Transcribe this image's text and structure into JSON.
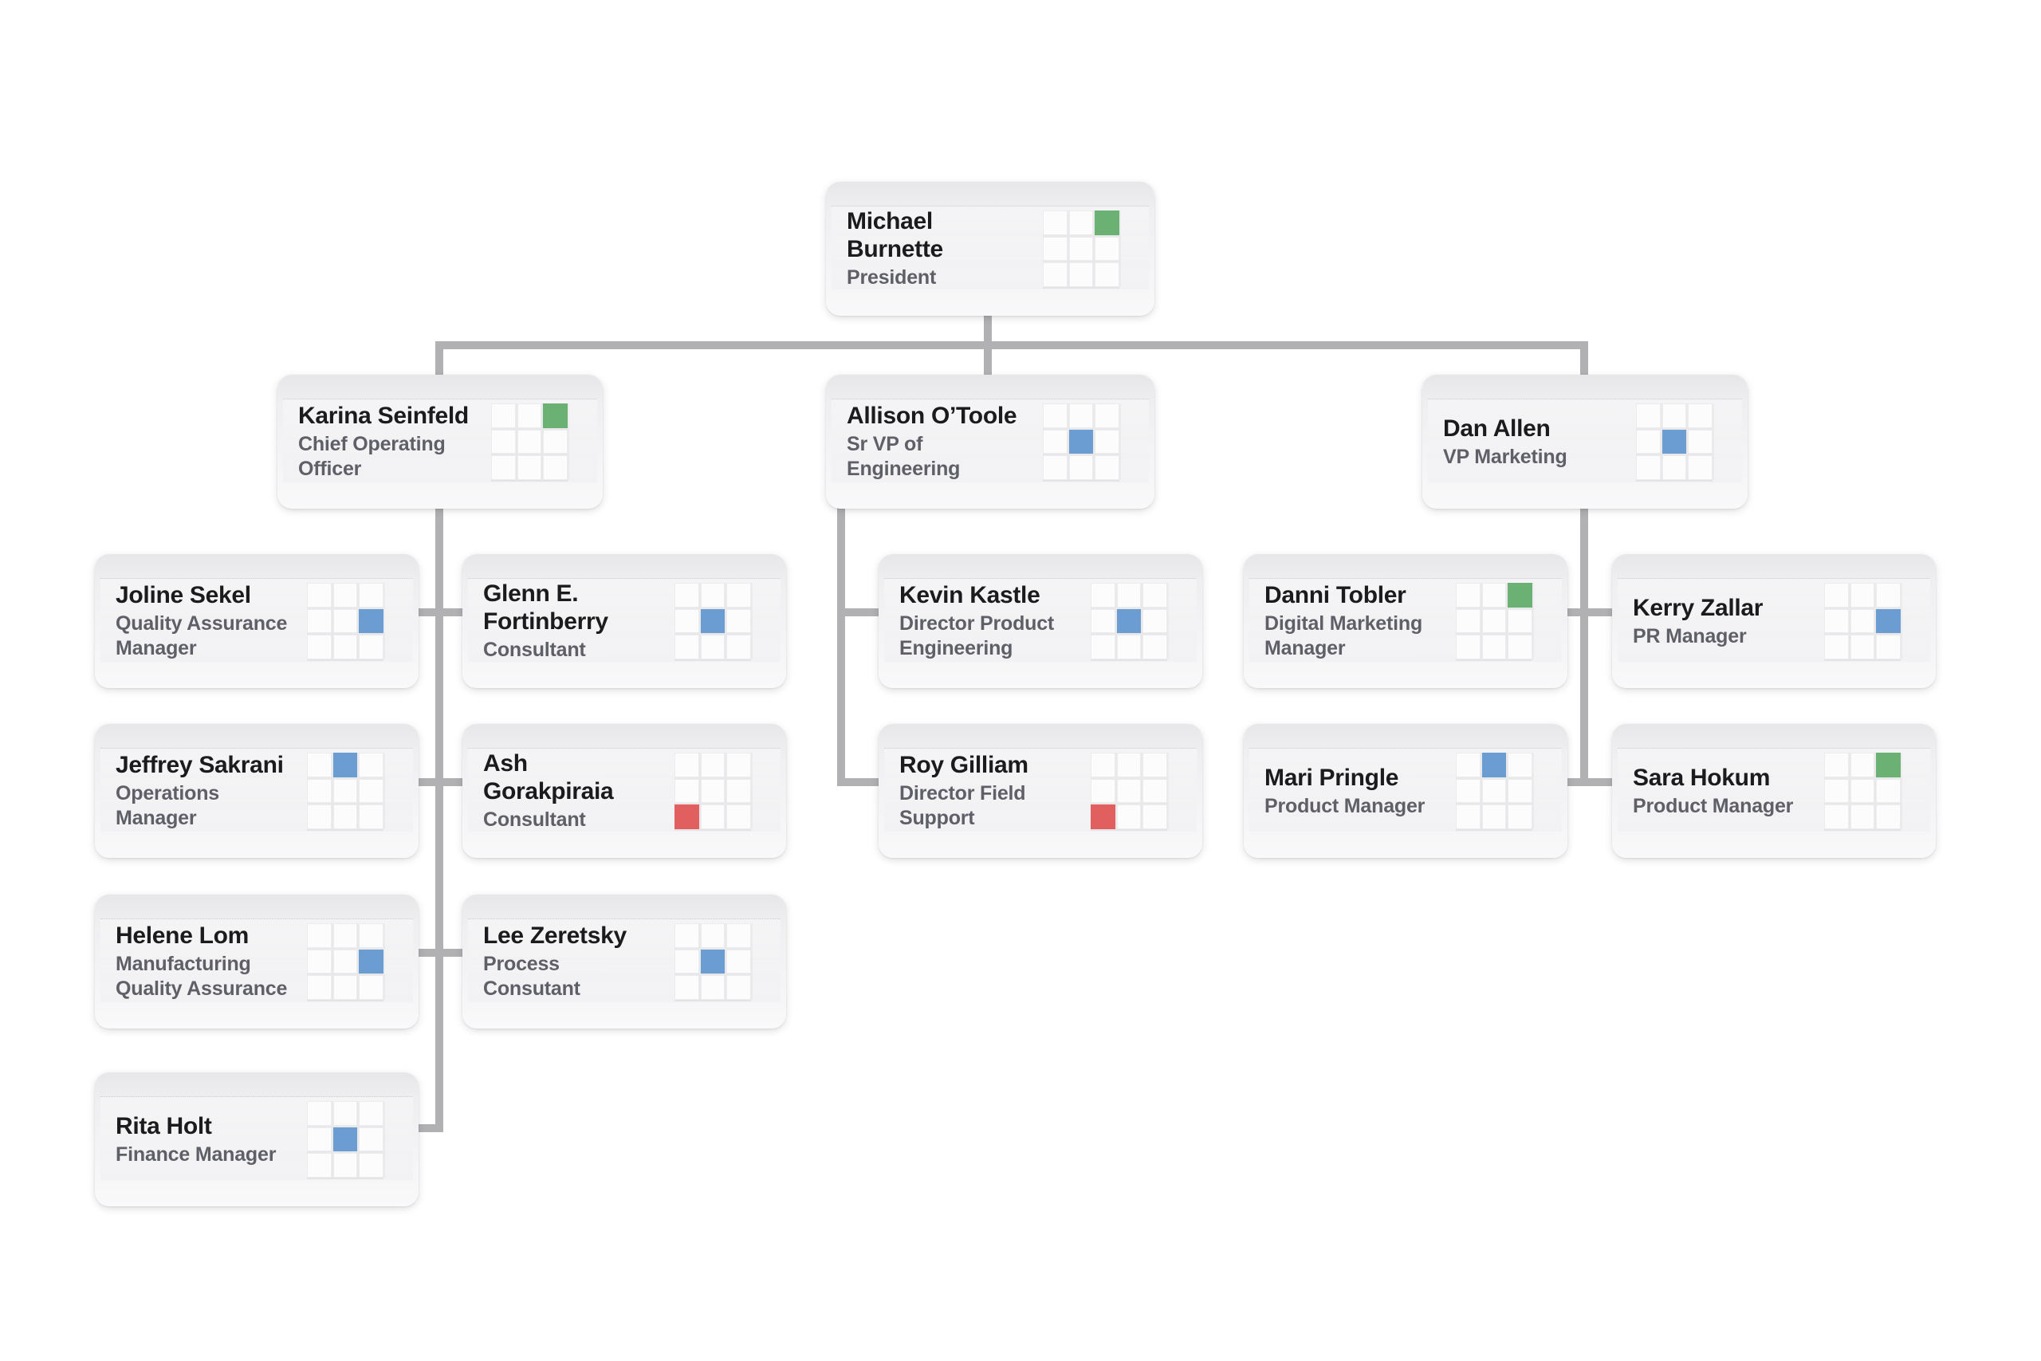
{
  "chart_title": "",
  "colors": {
    "green": "#6bb173",
    "blue": "#6b9cd2",
    "red": "#e25f5f",
    "line": "#b1b1b4"
  },
  "nodes": [
    {
      "name": "Michael Burnette",
      "title": "President",
      "reports_to": null,
      "marker": {
        "color": "green",
        "row": 0,
        "col": 2
      }
    },
    {
      "name": "Karina Seinfeld",
      "title": "Chief Operating Officer",
      "reports_to": "Michael Burnette",
      "marker": {
        "color": "green",
        "row": 0,
        "col": 2
      }
    },
    {
      "name": "Allison O’Toole",
      "title": "Sr VP of Engineering",
      "reports_to": "Michael Burnette",
      "marker": {
        "color": "blue",
        "row": 1,
        "col": 1
      }
    },
    {
      "name": "Dan Allen",
      "title": "VP Marketing",
      "reports_to": "Michael Burnette",
      "marker": {
        "color": "blue",
        "row": 1,
        "col": 1
      }
    },
    {
      "name": "Joline Sekel",
      "title": "Quality Assurance Manager",
      "reports_to": "Karina Seinfeld",
      "marker": {
        "color": "blue",
        "row": 1,
        "col": 2
      }
    },
    {
      "name": "Glenn E. Fortinberry",
      "title": "Consultant",
      "reports_to": "Karina Seinfeld",
      "marker": {
        "color": "blue",
        "row": 1,
        "col": 1
      }
    },
    {
      "name": "Kevin Kastle",
      "title": "Director Product Engineering",
      "reports_to": "Allison O’Toole",
      "marker": {
        "color": "blue",
        "row": 1,
        "col": 1
      }
    },
    {
      "name": "Danni Tobler",
      "title": "Digital Marketing Manager",
      "reports_to": "Dan Allen",
      "marker": {
        "color": "green",
        "row": 0,
        "col": 2
      }
    },
    {
      "name": "Kerry Zallar",
      "title": "PR Manager",
      "reports_to": "Dan Allen",
      "marker": {
        "color": "blue",
        "row": 1,
        "col": 2
      }
    },
    {
      "name": "Jeffrey Sakrani",
      "title": "Operations Manager",
      "reports_to": "Karina Seinfeld",
      "marker": {
        "color": "blue",
        "row": 0,
        "col": 1
      }
    },
    {
      "name": "Ash Gorakpiraia",
      "title": "Consultant",
      "reports_to": "Karina Seinfeld",
      "marker": {
        "color": "red",
        "row": 2,
        "col": 0
      }
    },
    {
      "name": "Roy Gilliam",
      "title": "Director Field Support",
      "reports_to": "Allison O’Toole",
      "marker": {
        "color": "red",
        "row": 2,
        "col": 0
      }
    },
    {
      "name": "Mari Pringle",
      "title": "Product Manager",
      "reports_to": "Dan Allen",
      "marker": {
        "color": "blue",
        "row": 0,
        "col": 1
      }
    },
    {
      "name": "Sara Hokum",
      "title": "Product Manager",
      "reports_to": "Dan Allen",
      "marker": {
        "color": "green",
        "row": 0,
        "col": 2
      }
    },
    {
      "name": "Helene Lom",
      "title": "Manufacturing Quality Assurance",
      "reports_to": "Karina Seinfeld",
      "marker": {
        "color": "blue",
        "row": 1,
        "col": 2
      }
    },
    {
      "name": "Lee Zeretsky",
      "title": "Process Consutant",
      "reports_to": "Karina Seinfeld",
      "marker": {
        "color": "blue",
        "row": 1,
        "col": 1
      }
    },
    {
      "name": "Rita Holt",
      "title": "Finance Manager",
      "reports_to": "Karina Seinfeld",
      "marker": {
        "color": "blue",
        "row": 1,
        "col": 1
      }
    }
  ]
}
